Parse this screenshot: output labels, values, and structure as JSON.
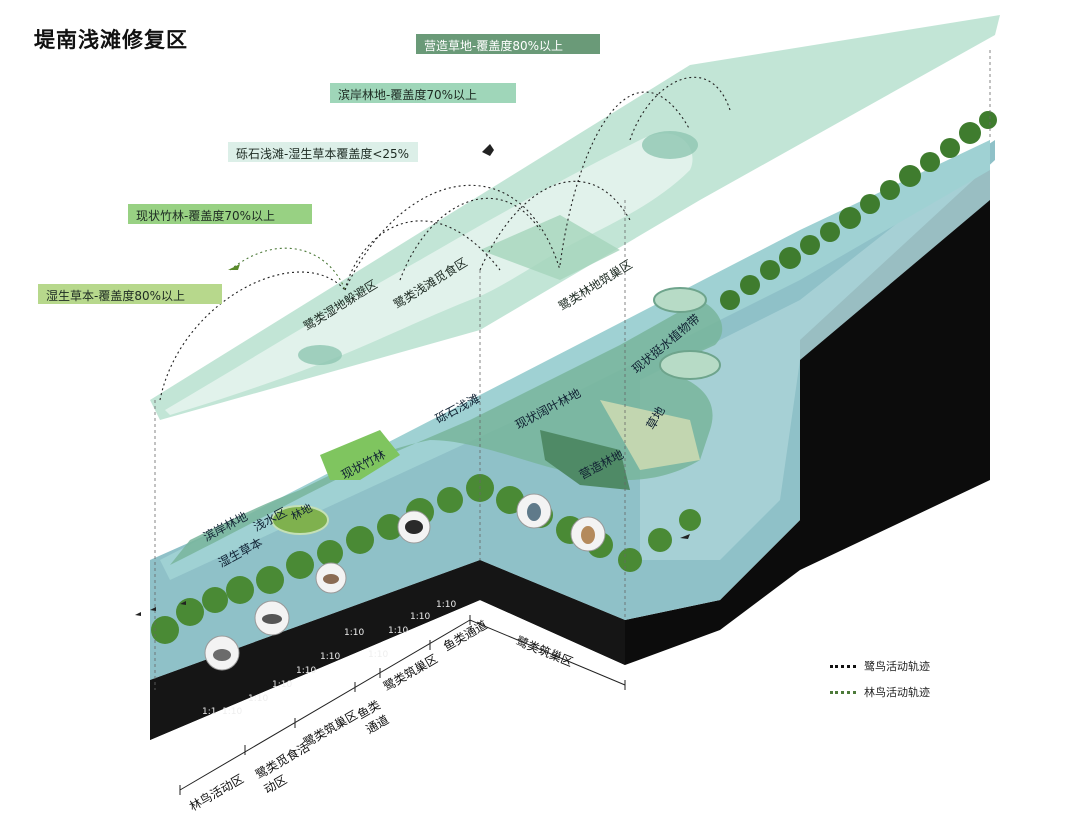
{
  "title": "堤南浅滩修复区",
  "callouts": [
    {
      "text": "营造草地-覆盖度80%以上",
      "color": "#6a9a78"
    },
    {
      "text": "滨岸林地-覆盖度70%以上",
      "color": "#9fd6b9"
    },
    {
      "text": "砾石浅滩-湿生草本覆盖度<25%",
      "color": "#dcefe8"
    },
    {
      "text": "现状竹林-覆盖度70%以上",
      "color": "#98d183"
    },
    {
      "text": "湿生草本-覆盖度80%以上",
      "color": "#b7d88c"
    }
  ],
  "top_zones": [
    "鹭类湿地躲避区",
    "鹭类浅滩觅食区",
    "鹭类林地筑巢区"
  ],
  "plan_zones": [
    "滨岸林地",
    "浅水区",
    "湿生草本",
    "林地",
    "现状竹林",
    "砾石浅滩",
    "现状阔叶林地",
    "营造林地",
    "草地",
    "现状挺水植物带"
  ],
  "section_labels": [
    "林鸟活动区",
    "鹭类觅食活动区",
    "鹭类筑巢区",
    "鱼类通道",
    "鹭类筑巢区",
    "鱼类通道",
    "鹭类筑巢区"
  ],
  "slopes": [
    "1:1",
    "1:10",
    "1:10",
    "1:10",
    "1:10",
    "1:10",
    "1:10",
    "1:10",
    "1:10",
    "1:10",
    "1:10"
  ],
  "legend": [
    {
      "label": "鹭鸟活动轨迹",
      "color": "#111111"
    },
    {
      "label": "林鸟活动轨迹",
      "color": "#4d7a3a"
    }
  ]
}
